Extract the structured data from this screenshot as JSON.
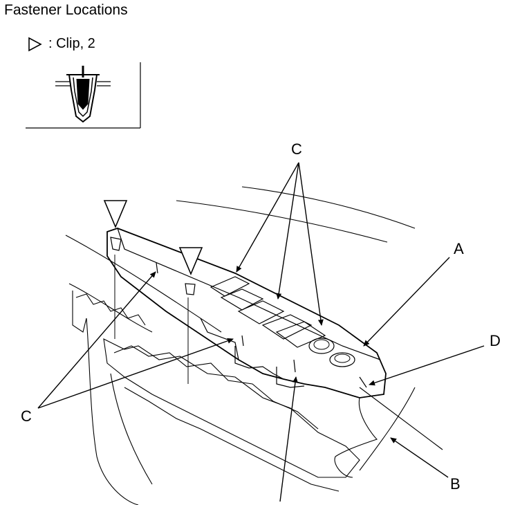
{
  "title": "Fastener Locations",
  "legend": {
    "symbol_icon": "triangle-outline-icon",
    "text": ": Clip, 2"
  },
  "callouts": {
    "C": "C",
    "A": "A",
    "D": "D",
    "B": "B"
  }
}
